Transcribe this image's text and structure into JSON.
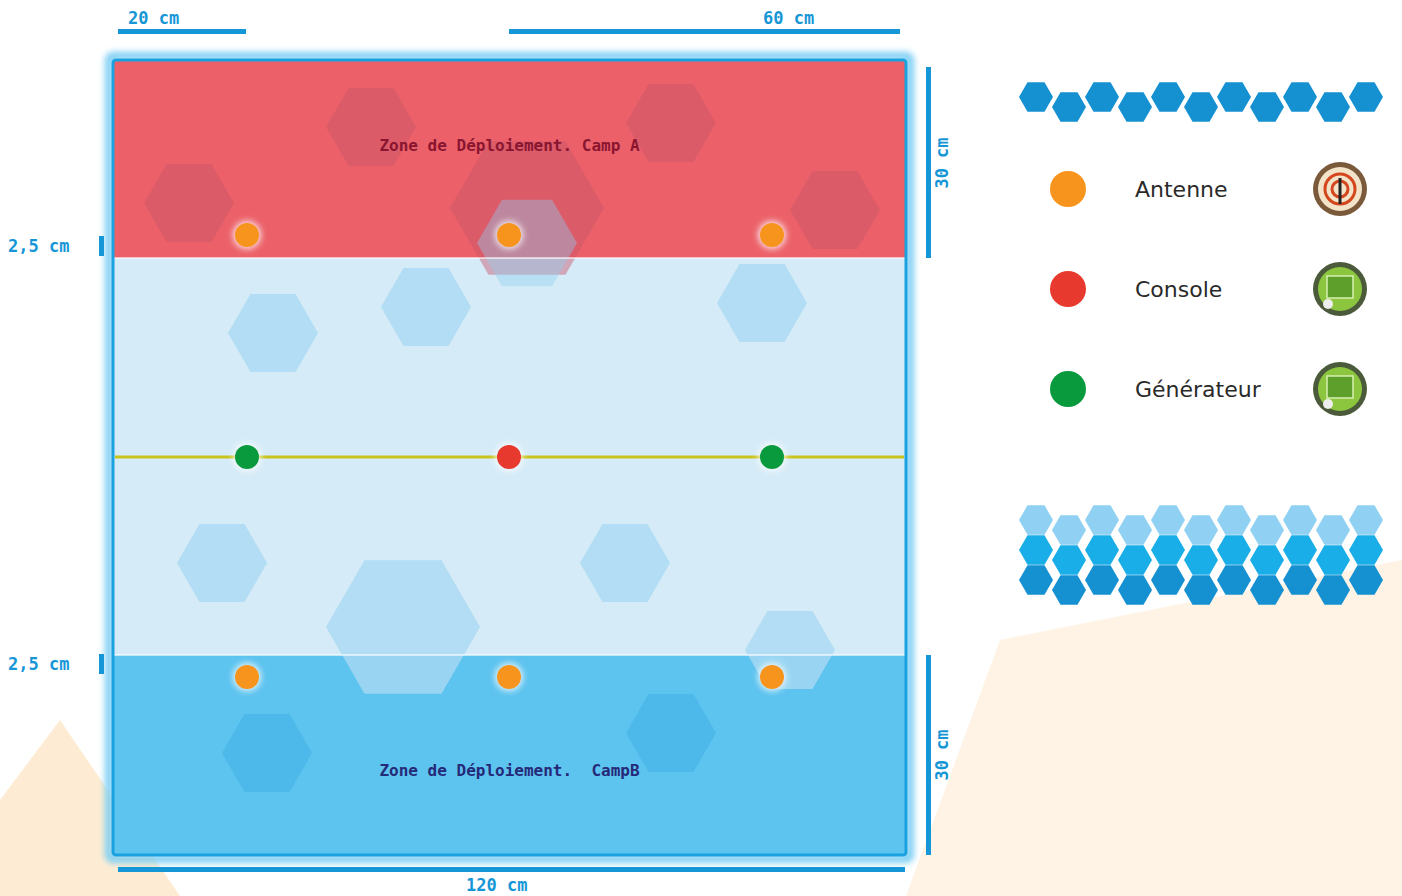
{
  "diagram": {
    "nodes": [
      {
        "text": [
          "Zone de Déploiement. Camp A"
        ]
      },
      {
        "text": [
          "Zone de Déploiement.  CampB"
        ]
      }
    ],
    "labels": [
      "20 cm",
      "60 cm",
      "30 cm",
      "2,5 cm",
      "2,5 cm",
      "30 cm",
      "120 cm"
    ],
    "legend": [
      {
        "text": "Antenne",
        "color": "#f7941d"
      },
      {
        "text": "Console",
        "color": "#e8392e"
      },
      {
        "text": "Générateur",
        "color": "#0a9a3e"
      }
    ]
  }
}
